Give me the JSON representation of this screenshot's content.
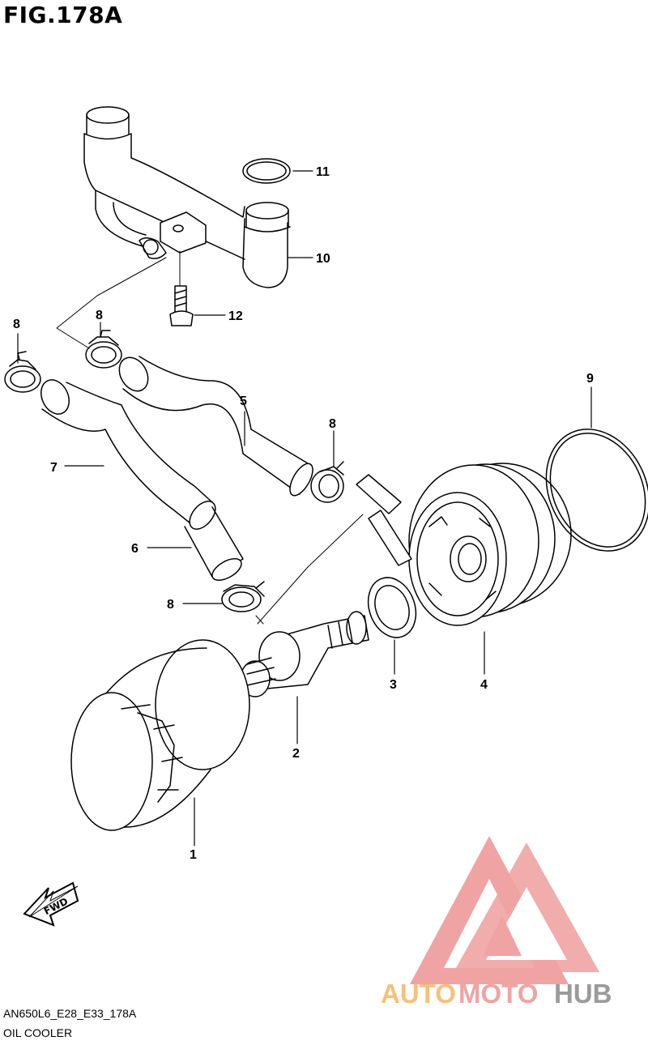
{
  "figure": {
    "title": "FIG.178A",
    "code": "AN650L6_E28_E33_178A",
    "caption": "OIL COOLER"
  },
  "callouts": {
    "c1": "1",
    "c2": "2",
    "c3": "3",
    "c4": "4",
    "c5": "5",
    "c6": "6",
    "c7": "7",
    "c8a": "8",
    "c8b": "8",
    "c8c": "8",
    "c8d": "8",
    "c9": "9",
    "c10": "10",
    "c11": "11",
    "c12": "12"
  },
  "direction": {
    "label": "FWD"
  },
  "watermark": {
    "part1": "AUTO",
    "part2": "MOTO",
    "part3": "HUB",
    "colors": {
      "logo": "#f0a3a3",
      "auto": "#f6c07a",
      "moto": "#f0a3a3",
      "hub": "#9b9b9b"
    }
  }
}
